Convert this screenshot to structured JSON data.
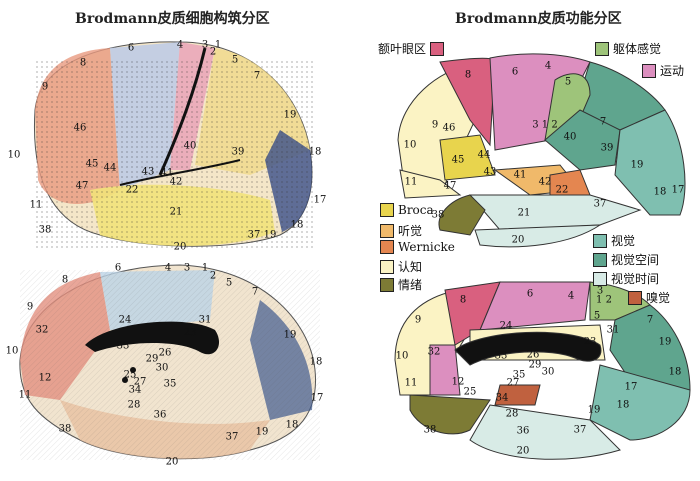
{
  "titles": {
    "left": "Brodmann皮质细胞构筑分区",
    "right": "Brodmann皮质功能分区"
  },
  "legend": [
    {
      "label": "额叶眼区",
      "color": "#d9607f"
    },
    {
      "label": "躯体感觉",
      "color": "#9ec47a"
    },
    {
      "label": "运动",
      "color": "#dc8fbf"
    },
    {
      "label": "Broca",
      "color": "#e8d44d"
    },
    {
      "label": "听觉",
      "color": "#f0b96a"
    },
    {
      "label": "Wernicke",
      "color": "#e48650"
    },
    {
      "label": "认知",
      "color": "#fbf3c4"
    },
    {
      "label": "情绪",
      "color": "#7d7b35"
    },
    {
      "label": "视觉",
      "color": "#7fbfb0"
    },
    {
      "label": "视觉空间",
      "color": "#5fa58e"
    },
    {
      "label": "视觉时间",
      "color": "#d8ebe6"
    },
    {
      "label": "嗅觉",
      "color": "#c0613f"
    }
  ],
  "labels": {
    "left_lateral": [
      "6",
      "4",
      "3",
      "2",
      "1",
      "5",
      "7",
      "8",
      "9",
      "46",
      "10",
      "45",
      "44",
      "47",
      "11",
      "43",
      "41",
      "42",
      "40",
      "39",
      "19",
      "18",
      "17",
      "22",
      "21",
      "38",
      "20",
      "37",
      "19",
      "18"
    ],
    "left_medial": [
      "6",
      "4",
      "3",
      "1",
      "2",
      "5",
      "7",
      "8",
      "9",
      "32",
      "24",
      "31",
      "23",
      "33",
      "10",
      "26",
      "29",
      "30",
      "12",
      "25",
      "27",
      "34",
      "35",
      "28",
      "36",
      "19",
      "18",
      "17",
      "11",
      "38",
      "37",
      "19",
      "18",
      "20"
    ],
    "right_lateral": [
      "8",
      "6",
      "4",
      "5",
      "7",
      "9",
      "46",
      "10",
      "45",
      "44",
      "3 1 2",
      "40",
      "39",
      "19",
      "18",
      "17",
      "11",
      "47",
      "43",
      "41",
      "42",
      "22",
      "37",
      "21",
      "38",
      "20"
    ],
    "right_medial": [
      "8",
      "6",
      "4",
      "3",
      "1 2",
      "5",
      "31",
      "7",
      "9",
      "24",
      "23",
      "32",
      "10",
      "33",
      "26",
      "29",
      "30",
      "35",
      "27",
      "11",
      "12",
      "25",
      "34",
      "28",
      "36",
      "19",
      "18",
      "17",
      "18",
      "19",
      "38",
      "37",
      "20"
    ]
  }
}
